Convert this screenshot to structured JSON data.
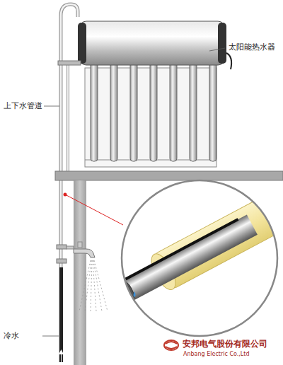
{
  "diagram": {
    "labels": [
      "太阳能热水器",
      "上下水管道",
      "冷水",
      "安邦电气股份有限公司",
      "Anbang Electric Co.,Ltd"
    ]
  }
}
